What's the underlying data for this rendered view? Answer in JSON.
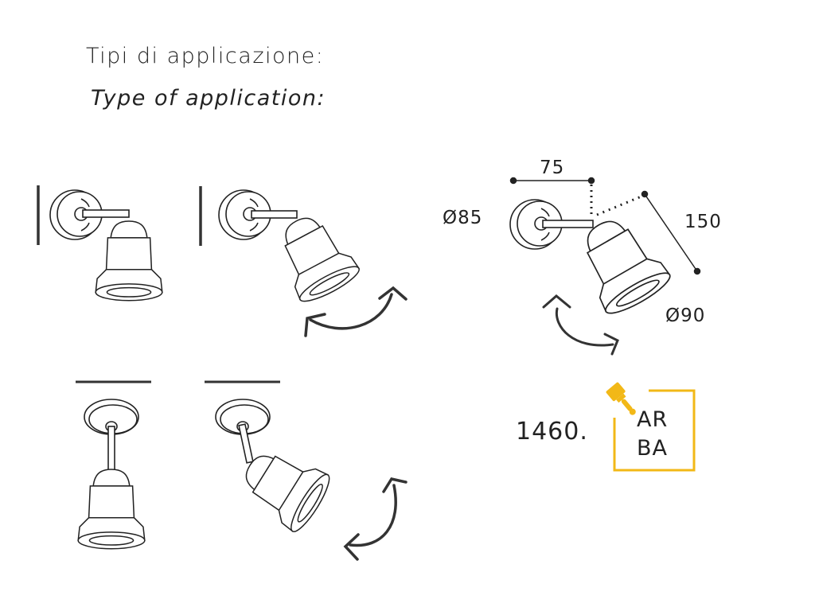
{
  "header": {
    "title_it": "Tipi di applicazione:",
    "title_en": "Type of application:"
  },
  "dimensions": {
    "arm_length": "75",
    "base_diameter": "Ø85",
    "shade_length": "150",
    "shade_diameter": "Ø90"
  },
  "product": {
    "code": "1460.",
    "finish_line1": "AR",
    "finish_line2": "BA",
    "finish_icon": "paintbrush-icon",
    "accent_color": "#F2B817"
  }
}
